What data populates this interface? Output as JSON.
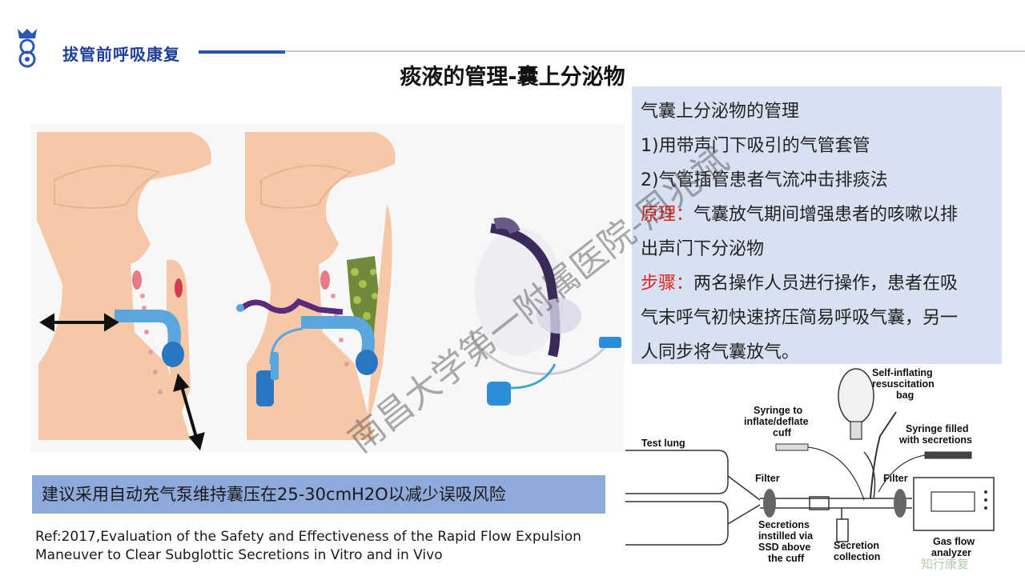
{
  "header": {
    "section_title": "拔管前呼吸康复",
    "logo_icon": "hospital-emblem-icon"
  },
  "slide": {
    "title": "痰液的管理-囊上分泌物"
  },
  "infobox": {
    "line1": "气囊上分泌物的管理",
    "line2": "1)用带声门下吸引的气管套管",
    "line3": "2)气管插管患者气流冲击排痰法",
    "principle_label": "原理：",
    "principle_text_a": "气囊放气期间增强患者的咳嗽以排",
    "principle_text_b": "出声门下分泌物",
    "steps_label": "步骤：",
    "steps_text_a": "两名操作人员进行操作，患者在吸",
    "steps_text_b": "气末呼气初快速挤压简易呼吸气囊，另一",
    "steps_text_c": "人同步将气囊放气。",
    "label_color": "#e2231a",
    "bg_color": "#d7e1f2"
  },
  "diagram": {
    "test_lung": "Test lung",
    "syringe_inflate_1": "Syringe to",
    "syringe_inflate_2": "inflate/deflate",
    "syringe_inflate_3": "cuff",
    "bag_1": "Self-inflating",
    "bag_2": "resuscitation",
    "bag_3": "bag",
    "syringe_filled_1": "Syringe filled",
    "syringe_filled_2": "with secretions",
    "filter_left": "Filter",
    "filter_right": "Filter",
    "secretions_1": "Secretions",
    "secretions_2": "instilled via",
    "secretions_3": "SSD above",
    "secretions_4": "the cuff",
    "collection_1": "Secretion",
    "collection_2": "collection",
    "analyzer_1": "Gas flow",
    "analyzer_2": "analyzer"
  },
  "recommendation": {
    "text": "建议采用自动充气泵维持囊压在25-30cmH2O以减少误吸风险",
    "bg_color": "#8eaadb"
  },
  "reference": {
    "line1": "Ref:2017,Evaluation of the Safety and Effectiveness of the Rapid Flow Expulsion",
    "line2": "Maneuver to Clear Subglottic Secretions in Vitro and in Vivo"
  },
  "watermark": {
    "text": "南昌大学第一附属医院-周兆斌",
    "corner_text": "知行康复"
  },
  "colors": {
    "header_blue": "#1f3f99",
    "rule_blue": "#2a56b8",
    "tissue": "#f5c9a8",
    "tube": "#5aa7dd"
  }
}
